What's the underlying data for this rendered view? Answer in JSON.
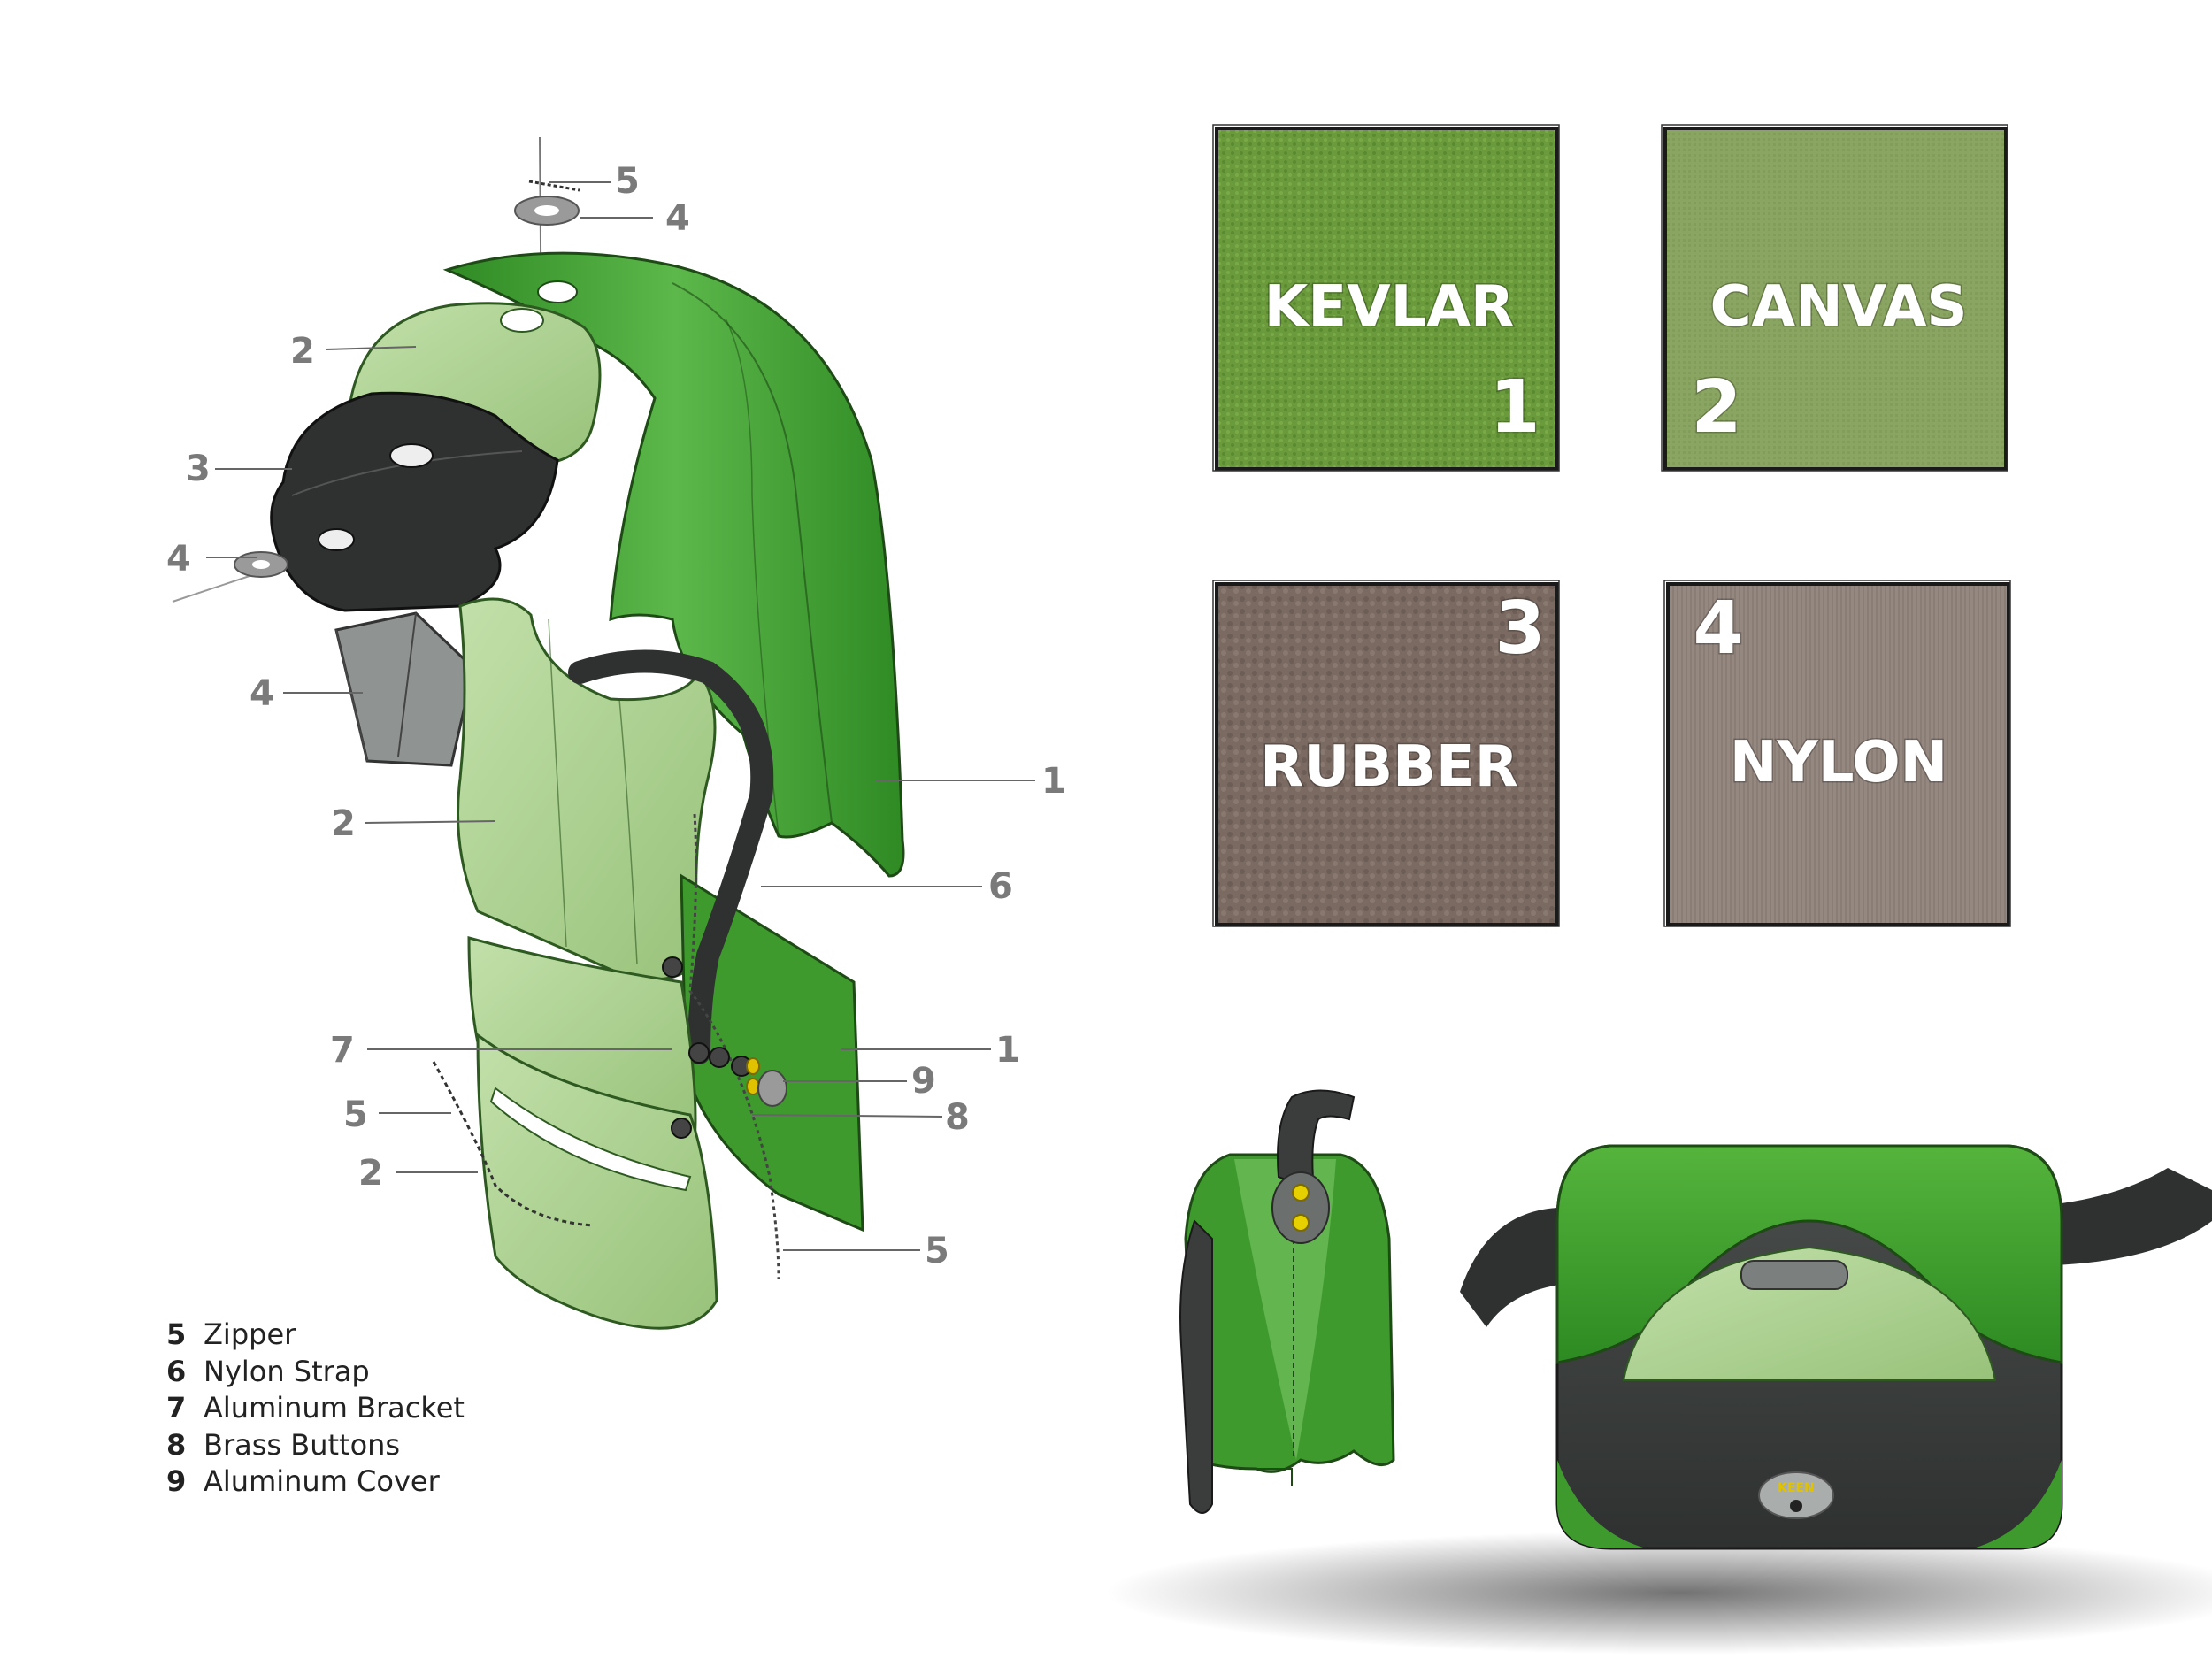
{
  "callouts": {
    "c_5_top": "5",
    "c_4_top": "4",
    "c_2_top": "2",
    "c_3": "3",
    "c_4_left": "4",
    "c_4_box": "4",
    "c_2_mid": "2",
    "c_1_right": "1",
    "c_6": "6",
    "c_7": "7",
    "c_1_low": "1",
    "c_9": "9",
    "c_5_mid": "5",
    "c_8": "8",
    "c_2_low": "2",
    "c_5_bottom": "5"
  },
  "swatches": [
    {
      "label": "KEVLAR",
      "number": "1",
      "color": "#6a9a3c"
    },
    {
      "label": "CANVAS",
      "number": "2",
      "color": "#8aa562"
    },
    {
      "label": "RUBBER",
      "number": "3",
      "color": "#7a6a62"
    },
    {
      "label": "NYLON",
      "number": "4",
      "color": "#958880"
    }
  ],
  "legend": [
    {
      "num": "5",
      "text": "Zipper"
    },
    {
      "num": "6",
      "text": "Nylon Strap"
    },
    {
      "num": "7",
      "text": "Aluminum Bracket"
    },
    {
      "num": "8",
      "text": "Brass Buttons"
    },
    {
      "num": "9",
      "text": "Aluminum Cover"
    }
  ],
  "badge": {
    "text": "KEEN"
  },
  "colors": {
    "dark_green": "#3f9a2e",
    "light_green": "#a8cf8c",
    "charcoal": "#3a3d3c",
    "callout_gray": "#7a7a7a"
  }
}
